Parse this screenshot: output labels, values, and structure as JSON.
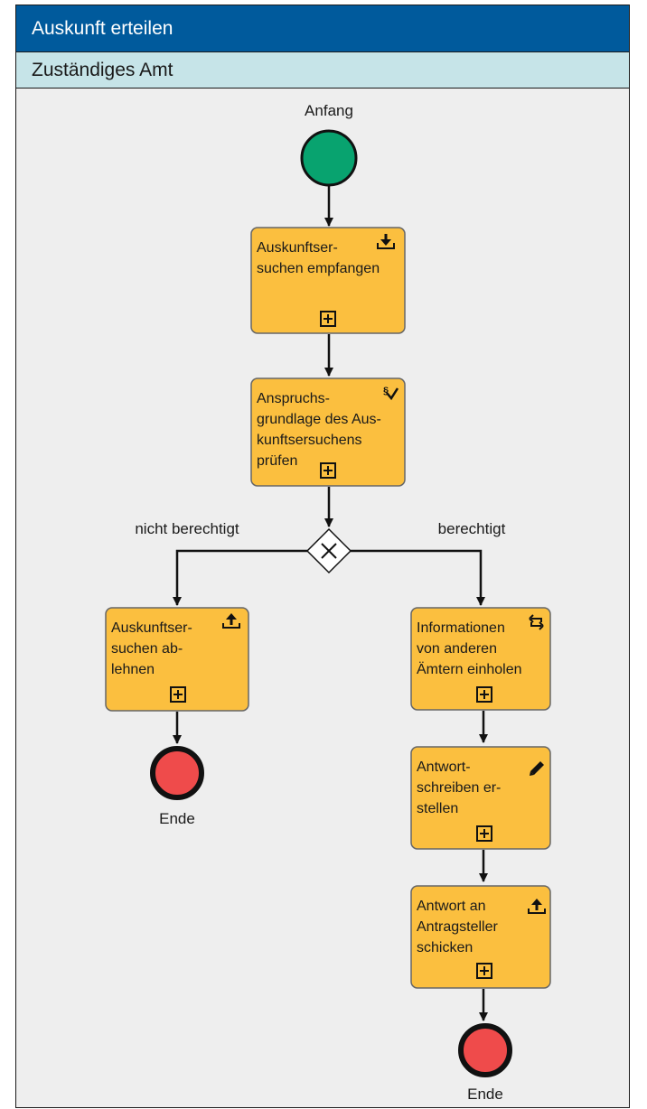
{
  "header": {
    "title": "Auskunft erteilen",
    "lane": "Zuständiges Amt"
  },
  "events": {
    "start_label": "Anfang",
    "end_left_label": "Ende",
    "end_right_label": "Ende"
  },
  "tasks": {
    "receive": {
      "lines": [
        "Auskunftser-",
        "suchen empfangen"
      ],
      "icon": "receive-icon"
    },
    "check": {
      "lines": [
        "Anspruchs-",
        "grundlage des Aus-",
        "kunftsersuchens",
        "prüfen"
      ],
      "icon": "rule-icon"
    },
    "reject": {
      "lines": [
        "Auskunftser-",
        "suchen ab-",
        "lehnen"
      ],
      "icon": "send-icon"
    },
    "gather": {
      "lines": [
        "Informationen",
        "von anderen",
        "Ämtern einholen"
      ],
      "icon": "exchange-icon"
    },
    "write": {
      "lines": [
        "Antwort-",
        "schreiben er-",
        "stellen"
      ],
      "icon": "pencil-icon"
    },
    "send": {
      "lines": [
        "Antwort an",
        "Antragsteller",
        "schicken"
      ],
      "icon": "send-icon"
    }
  },
  "gateway": {
    "left_label": "nicht berechtigt",
    "right_label": "berechtigt"
  },
  "colors": {
    "header": "#005a9c",
    "lane": "#c6e4e8",
    "task": "#fbbf3f",
    "start": "#08a36f",
    "end": "#ef4b4b"
  }
}
